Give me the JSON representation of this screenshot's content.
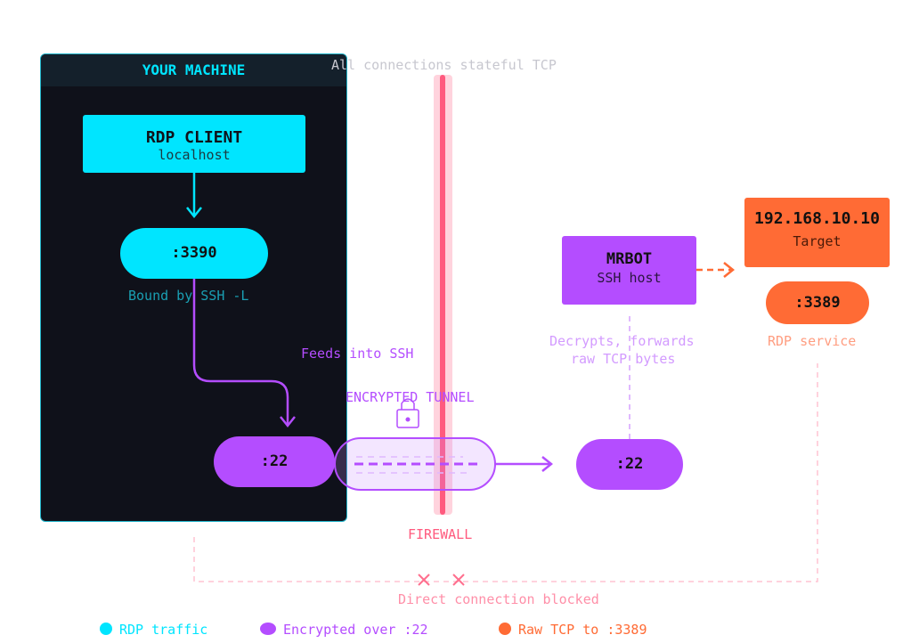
{
  "colors": {
    "rdp": "#00e5ff",
    "encrypted": "#b44dff",
    "raw_tcp": "#ff6b35",
    "firewall": "#ff5a7e",
    "blocked": "#ff8fa8",
    "note": "#c7c7cf",
    "machine_bg": "#0f111a"
  },
  "top_note": "All connections stateful TCP",
  "your_machine": {
    "title": "YOUR MACHINE",
    "rdp_client": {
      "title": "RDP CLIENT",
      "subtitle": "localhost"
    },
    "local_port": ":3390",
    "local_port_note": "Bound by SSH -L",
    "ssh_port": ":22"
  },
  "feeds_label": "Feeds into SSH",
  "tunnel": {
    "label": "ENCRYPTED TUNNEL",
    "icon": "lock-icon"
  },
  "firewall_label": "FIREWALL",
  "ssh_host": {
    "title": "MRBOT",
    "subtitle": "SSH host",
    "port": ":22",
    "note_line1": "Decrypts, forwards",
    "note_line2": "raw TCP bytes"
  },
  "target": {
    "title": "192.168.10.10",
    "subtitle": "Target",
    "port": ":3389",
    "port_note": "RDP service"
  },
  "blocked_label": "Direct connection blocked",
  "legend": [
    {
      "label": "RDP traffic",
      "color": "#00e5ff"
    },
    {
      "label": "Encrypted over :22",
      "color": "#b44dff"
    },
    {
      "label": "Raw TCP to :3389",
      "color": "#ff6b35"
    }
  ]
}
